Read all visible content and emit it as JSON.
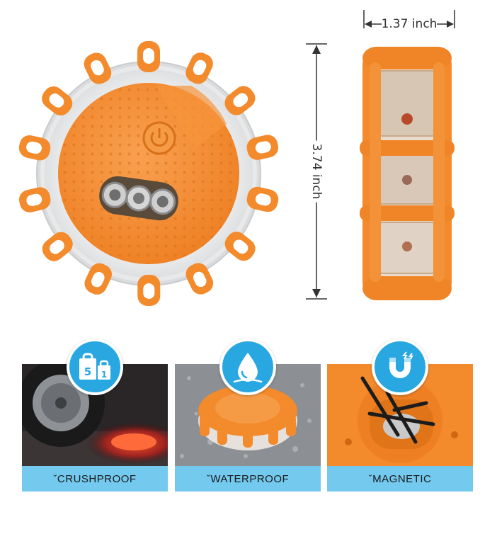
{
  "dimensions": {
    "width_label": "1.37 inch",
    "height_label": "3.74 inch"
  },
  "features": [
    {
      "label": "ˇCRUSHPROOF",
      "icon": "weight-icon",
      "weight_numbers": [
        "5",
        "1"
      ]
    },
    {
      "label": "ˇWATERPROOF",
      "icon": "water-drop-icon"
    },
    {
      "label": "ˇMAGNETIC",
      "icon": "magnet-icon"
    }
  ],
  "colors": {
    "product_orange": "#f38a2c",
    "badge_blue": "#29a7e1",
    "caption_blue": "#73c9ee"
  }
}
